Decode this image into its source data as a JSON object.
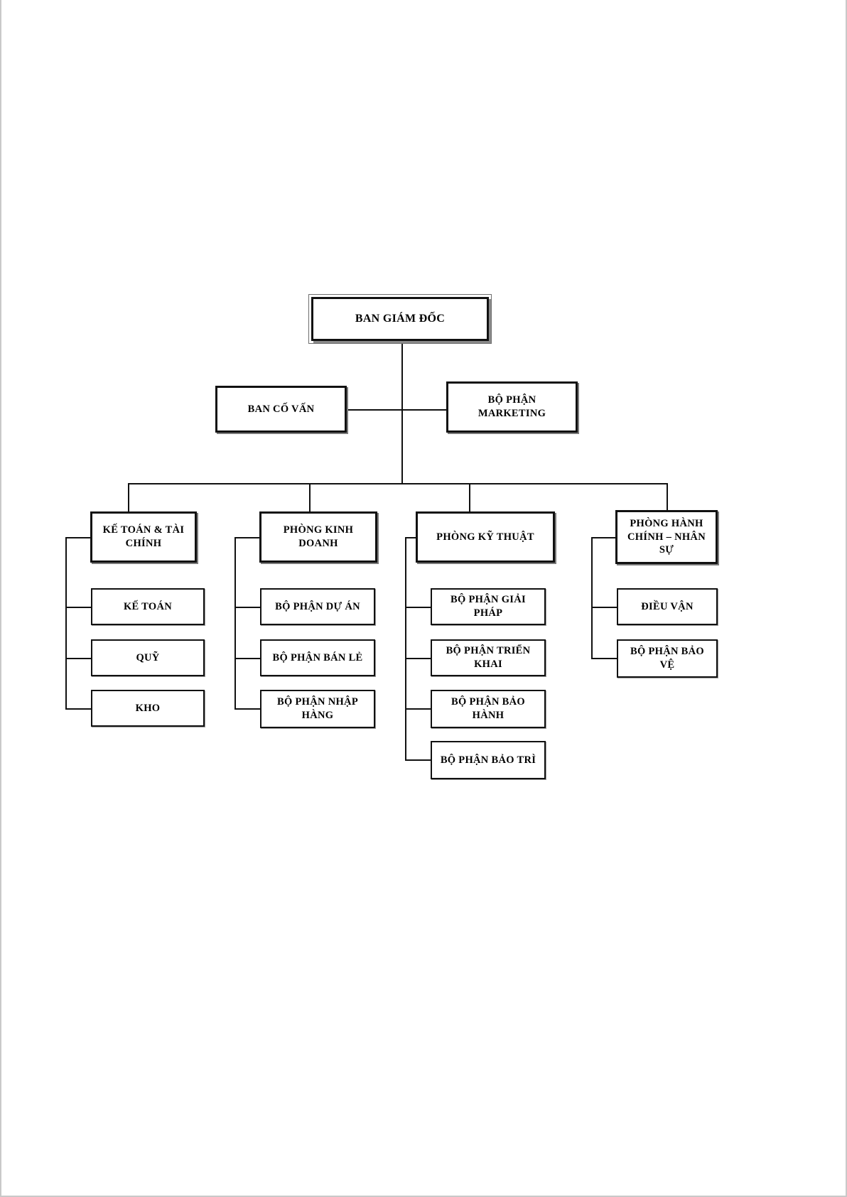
{
  "document": {
    "type": "organizational-chart",
    "language": "vi",
    "background_color": "#ffffff",
    "line_color": "#111111",
    "text_color": "#000000"
  },
  "chart_data": {
    "type": "diagram",
    "subtype": "organization-hierarchy",
    "title": "",
    "root": "BAN GIÁM ĐỐC",
    "nodes": [
      {
        "id": "root",
        "label": "BAN GIÁM ĐỐC",
        "level": 1,
        "style": "root"
      },
      {
        "id": "advisory",
        "label": "BAN CỐ VẤN",
        "level": 2,
        "style": "thick",
        "parent": "root"
      },
      {
        "id": "marketing",
        "label": "BỘ PHẬN MARKETING",
        "level": 2,
        "style": "thick",
        "parent": "root"
      },
      {
        "id": "finance",
        "label": "KẾ TOÁN & TÀI CHÍNH",
        "level": 3,
        "style": "thick",
        "parent": "root"
      },
      {
        "id": "sales",
        "label": "PHÒNG KINH DOANH",
        "level": 3,
        "style": "thick",
        "parent": "root"
      },
      {
        "id": "technical",
        "label": "PHÒNG KỸ THUẬT",
        "level": 3,
        "style": "thick",
        "parent": "root"
      },
      {
        "id": "hr",
        "label": "PHÒNG HÀNH CHÍNH – NHÂN SỰ",
        "level": 3,
        "style": "thick",
        "parent": "root"
      },
      {
        "id": "acct",
        "label": "KẾ TOÁN",
        "level": 4,
        "style": "thin",
        "parent": "finance"
      },
      {
        "id": "fund",
        "label": "QUỸ",
        "level": 4,
        "style": "thin",
        "parent": "finance"
      },
      {
        "id": "warehouse",
        "label": "KHO",
        "level": 4,
        "style": "thin",
        "parent": "finance"
      },
      {
        "id": "project",
        "label": "BỘ PHẬN DỰ ÁN",
        "level": 4,
        "style": "thin",
        "parent": "sales"
      },
      {
        "id": "retail",
        "label": "BỘ PHẬN BÁN LẺ",
        "level": 4,
        "style": "thin",
        "parent": "sales"
      },
      {
        "id": "import",
        "label": "BỘ PHẬN NHẬP HÀNG",
        "level": 4,
        "style": "thin",
        "parent": "sales"
      },
      {
        "id": "solution",
        "label": "BỘ PHẬN GIẢI PHÁP",
        "level": 4,
        "style": "thin",
        "parent": "technical"
      },
      {
        "id": "deploy",
        "label": "BỘ PHẬN TRIỂN KHAI",
        "level": 4,
        "style": "thin",
        "parent": "technical"
      },
      {
        "id": "warranty",
        "label": "BỘ PHẬN BẢO HÀNH",
        "level": 4,
        "style": "thin",
        "parent": "technical"
      },
      {
        "id": "maintenance",
        "label": "BỘ PHẬN BẢO TRÌ",
        "level": 4,
        "style": "thin",
        "parent": "technical"
      },
      {
        "id": "logistics",
        "label": "ĐIỀU VẬN",
        "level": 4,
        "style": "thin",
        "parent": "hr"
      },
      {
        "id": "security",
        "label": "BỘ PHẬN BẢO VỆ",
        "level": 4,
        "style": "thin",
        "parent": "hr"
      }
    ],
    "edges": [
      {
        "from": "root",
        "to": "advisory"
      },
      {
        "from": "root",
        "to": "marketing"
      },
      {
        "from": "root",
        "to": "finance"
      },
      {
        "from": "root",
        "to": "sales"
      },
      {
        "from": "root",
        "to": "technical"
      },
      {
        "from": "root",
        "to": "hr"
      },
      {
        "from": "finance",
        "to": "acct"
      },
      {
        "from": "finance",
        "to": "fund"
      },
      {
        "from": "finance",
        "to": "warehouse"
      },
      {
        "from": "sales",
        "to": "project"
      },
      {
        "from": "sales",
        "to": "retail"
      },
      {
        "from": "sales",
        "to": "import"
      },
      {
        "from": "technical",
        "to": "solution"
      },
      {
        "from": "technical",
        "to": "deploy"
      },
      {
        "from": "technical",
        "to": "warranty"
      },
      {
        "from": "technical",
        "to": "maintenance"
      },
      {
        "from": "hr",
        "to": "logistics"
      },
      {
        "from": "hr",
        "to": "security"
      }
    ]
  },
  "labels": {
    "root": "BAN GIÁM ĐỐC",
    "advisory": "BAN CỐ VẤN",
    "marketing": "BỘ PHẬN MARKETING",
    "finance": "KẾ TOÁN & TÀI CHÍNH",
    "sales": "PHÒNG KINH DOANH",
    "technical": "PHÒNG KỸ THUẬT",
    "hr": "PHÒNG HÀNH CHÍNH – NHÂN SỰ",
    "acct": "KẾ TOÁN",
    "fund": "QUỸ",
    "warehouse": "KHO",
    "project": "BỘ PHẬN DỰ ÁN",
    "retail": "BỘ PHẬN BÁN LẺ",
    "import": "BỘ PHẬN NHẬP HÀNG",
    "solution": "BỘ PHẬN GIẢI PHÁP",
    "deploy": "BỘ PHẬN TRIỂN KHAI",
    "warranty": "BỘ PHẬN BẢO HÀNH",
    "maintenance": "BỘ PHẬN BẢO TRÌ",
    "logistics": "ĐIỀU VẬN",
    "security": "BỘ PHẬN BẢO VỆ"
  }
}
